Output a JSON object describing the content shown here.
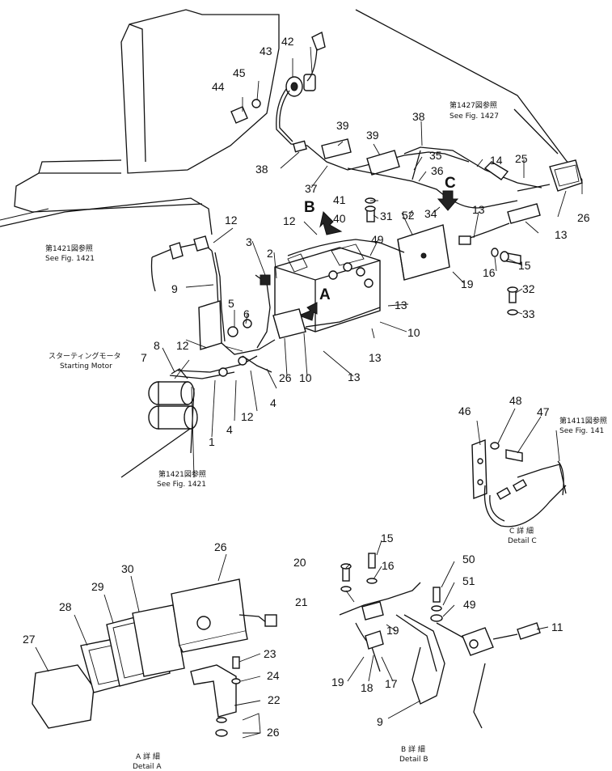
{
  "callouts": [
    {
      "id": "c1",
      "text": "1"
    },
    {
      "id": "c2",
      "text": "2"
    },
    {
      "id": "c3",
      "text": "3"
    },
    {
      "id": "c4a",
      "text": "4"
    },
    {
      "id": "c4b",
      "text": "4"
    },
    {
      "id": "c5",
      "text": "5"
    },
    {
      "id": "c6",
      "text": "6"
    },
    {
      "id": "c7",
      "text": "7"
    },
    {
      "id": "c8",
      "text": "8"
    },
    {
      "id": "c9a",
      "text": "9"
    },
    {
      "id": "c9b",
      "text": "9"
    },
    {
      "id": "c10a",
      "text": "10"
    },
    {
      "id": "c10b",
      "text": "10"
    },
    {
      "id": "c11",
      "text": "11"
    },
    {
      "id": "c12a",
      "text": "12"
    },
    {
      "id": "c12b",
      "text": "12"
    },
    {
      "id": "c12c",
      "text": "12"
    },
    {
      "id": "c12d",
      "text": "12"
    },
    {
      "id": "c13a",
      "text": "13"
    },
    {
      "id": "c13b",
      "text": "13"
    },
    {
      "id": "c13c",
      "text": "13"
    },
    {
      "id": "c13d",
      "text": "13"
    },
    {
      "id": "c13e",
      "text": "13"
    },
    {
      "id": "c14",
      "text": "14"
    },
    {
      "id": "c15a",
      "text": "15"
    },
    {
      "id": "c15b",
      "text": "15"
    },
    {
      "id": "c16a",
      "text": "16"
    },
    {
      "id": "c16b",
      "text": "16"
    },
    {
      "id": "c17",
      "text": "17"
    },
    {
      "id": "c18",
      "text": "18"
    },
    {
      "id": "c19a",
      "text": "19"
    },
    {
      "id": "c19b",
      "text": "19"
    },
    {
      "id": "c19c",
      "text": "19"
    },
    {
      "id": "c20",
      "text": "20"
    },
    {
      "id": "c21",
      "text": "21"
    },
    {
      "id": "c22",
      "text": "22"
    },
    {
      "id": "c23",
      "text": "23"
    },
    {
      "id": "c24",
      "text": "24"
    },
    {
      "id": "c25",
      "text": "25"
    },
    {
      "id": "c26a",
      "text": "26"
    },
    {
      "id": "c26b",
      "text": "26"
    },
    {
      "id": "c26c",
      "text": "26"
    },
    {
      "id": "c26d",
      "text": "26"
    },
    {
      "id": "c27",
      "text": "27"
    },
    {
      "id": "c28",
      "text": "28"
    },
    {
      "id": "c29",
      "text": "29"
    },
    {
      "id": "c30",
      "text": "30"
    },
    {
      "id": "c31",
      "text": "31"
    },
    {
      "id": "c32",
      "text": "32"
    },
    {
      "id": "c33",
      "text": "33"
    },
    {
      "id": "c34",
      "text": "34"
    },
    {
      "id": "c35",
      "text": "35"
    },
    {
      "id": "c36",
      "text": "36"
    },
    {
      "id": "c37",
      "text": "37"
    },
    {
      "id": "c38a",
      "text": "38"
    },
    {
      "id": "c38b",
      "text": "38"
    },
    {
      "id": "c39a",
      "text": "39"
    },
    {
      "id": "c39b",
      "text": "39"
    },
    {
      "id": "c40",
      "text": "40"
    },
    {
      "id": "c41",
      "text": "41"
    },
    {
      "id": "c42",
      "text": "42"
    },
    {
      "id": "c43",
      "text": "43"
    },
    {
      "id": "c44",
      "text": "44"
    },
    {
      "id": "c45",
      "text": "45"
    },
    {
      "id": "c46",
      "text": "46"
    },
    {
      "id": "c47",
      "text": "47"
    },
    {
      "id": "c48",
      "text": "48"
    },
    {
      "id": "c49a",
      "text": "49"
    },
    {
      "id": "c49b",
      "text": "49"
    },
    {
      "id": "c50",
      "text": "50"
    },
    {
      "id": "c51",
      "text": "51"
    },
    {
      "id": "c52",
      "text": "52"
    }
  ],
  "view_letters": {
    "a": "A",
    "b": "B",
    "c": "C"
  },
  "references": {
    "fig1427_jp": "第1427図参照",
    "fig1427_en": "See Fig. 1427",
    "fig1421_left_jp": "第1421図参照",
    "fig1421_left_en": "See Fig. 1421",
    "fig1421_bottom_jp": "第1421図参照",
    "fig1421_bottom_en": "See Fig. 1421",
    "fig141_jp": "第1411図参照",
    "fig141_en": "See Fig. 141"
  },
  "labels": {
    "starting_motor_jp": "スターティングモータ",
    "starting_motor_en": "Starting Motor",
    "detail_a_jp": "A 詳 細",
    "detail_a_en": "Detail A",
    "detail_b_jp": "B 詳 細",
    "detail_b_en": "Detail B",
    "detail_c_jp": "C 詳 細",
    "detail_c_en": "Detail C"
  }
}
